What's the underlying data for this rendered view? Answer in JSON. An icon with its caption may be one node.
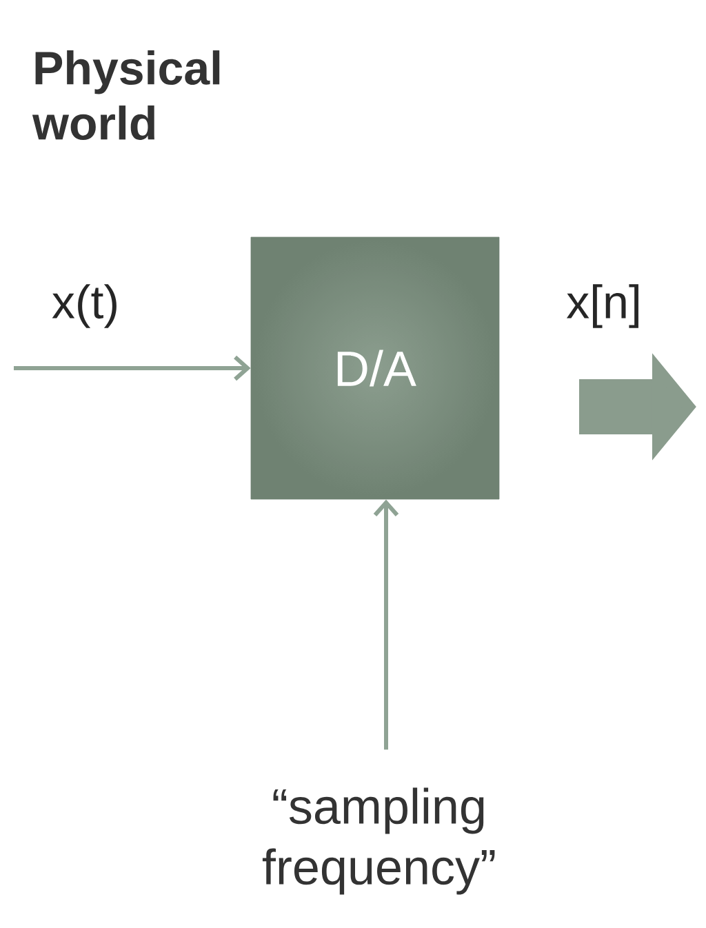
{
  "diagram": {
    "title": "Physical world",
    "nodes": [
      {
        "text": [
          "D/A"
        ]
      },
      {
        "text": [
          "“sampling frequency”"
        ]
      }
    ],
    "edges": [
      {
        "from": null,
        "to": 0,
        "arrow": "to",
        "label": "x(t)"
      },
      {
        "from": 1,
        "to": 0,
        "arrow": "to"
      }
    ],
    "labels": [
      "x[n]"
    ]
  }
}
